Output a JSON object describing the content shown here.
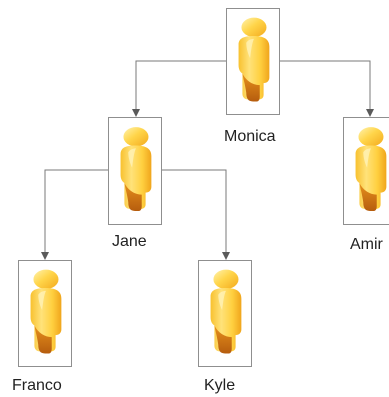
{
  "org_chart": {
    "nodes": {
      "monica": {
        "name": "Monica",
        "icon": "person-icon"
      },
      "jane": {
        "name": "Jane",
        "icon": "person-icon"
      },
      "amir": {
        "name": "Amir",
        "icon": "person-icon"
      },
      "franco": {
        "name": "Franco",
        "icon": "person-icon"
      },
      "kyle": {
        "name": "Kyle",
        "icon": "person-icon"
      }
    },
    "relations": [
      {
        "from": "Monica",
        "to": "Jane"
      },
      {
        "from": "Monica",
        "to": "Amir"
      },
      {
        "from": "Jane",
        "to": "Franco"
      },
      {
        "from": "Jane",
        "to": "Kyle"
      }
    ]
  },
  "colors": {
    "card_border": "#8f8f8f",
    "connector": "#7a7a7a",
    "figure_light": "#ffe27a",
    "figure_mid": "#f8bf2e",
    "figure_shadow": "#d97f14"
  }
}
